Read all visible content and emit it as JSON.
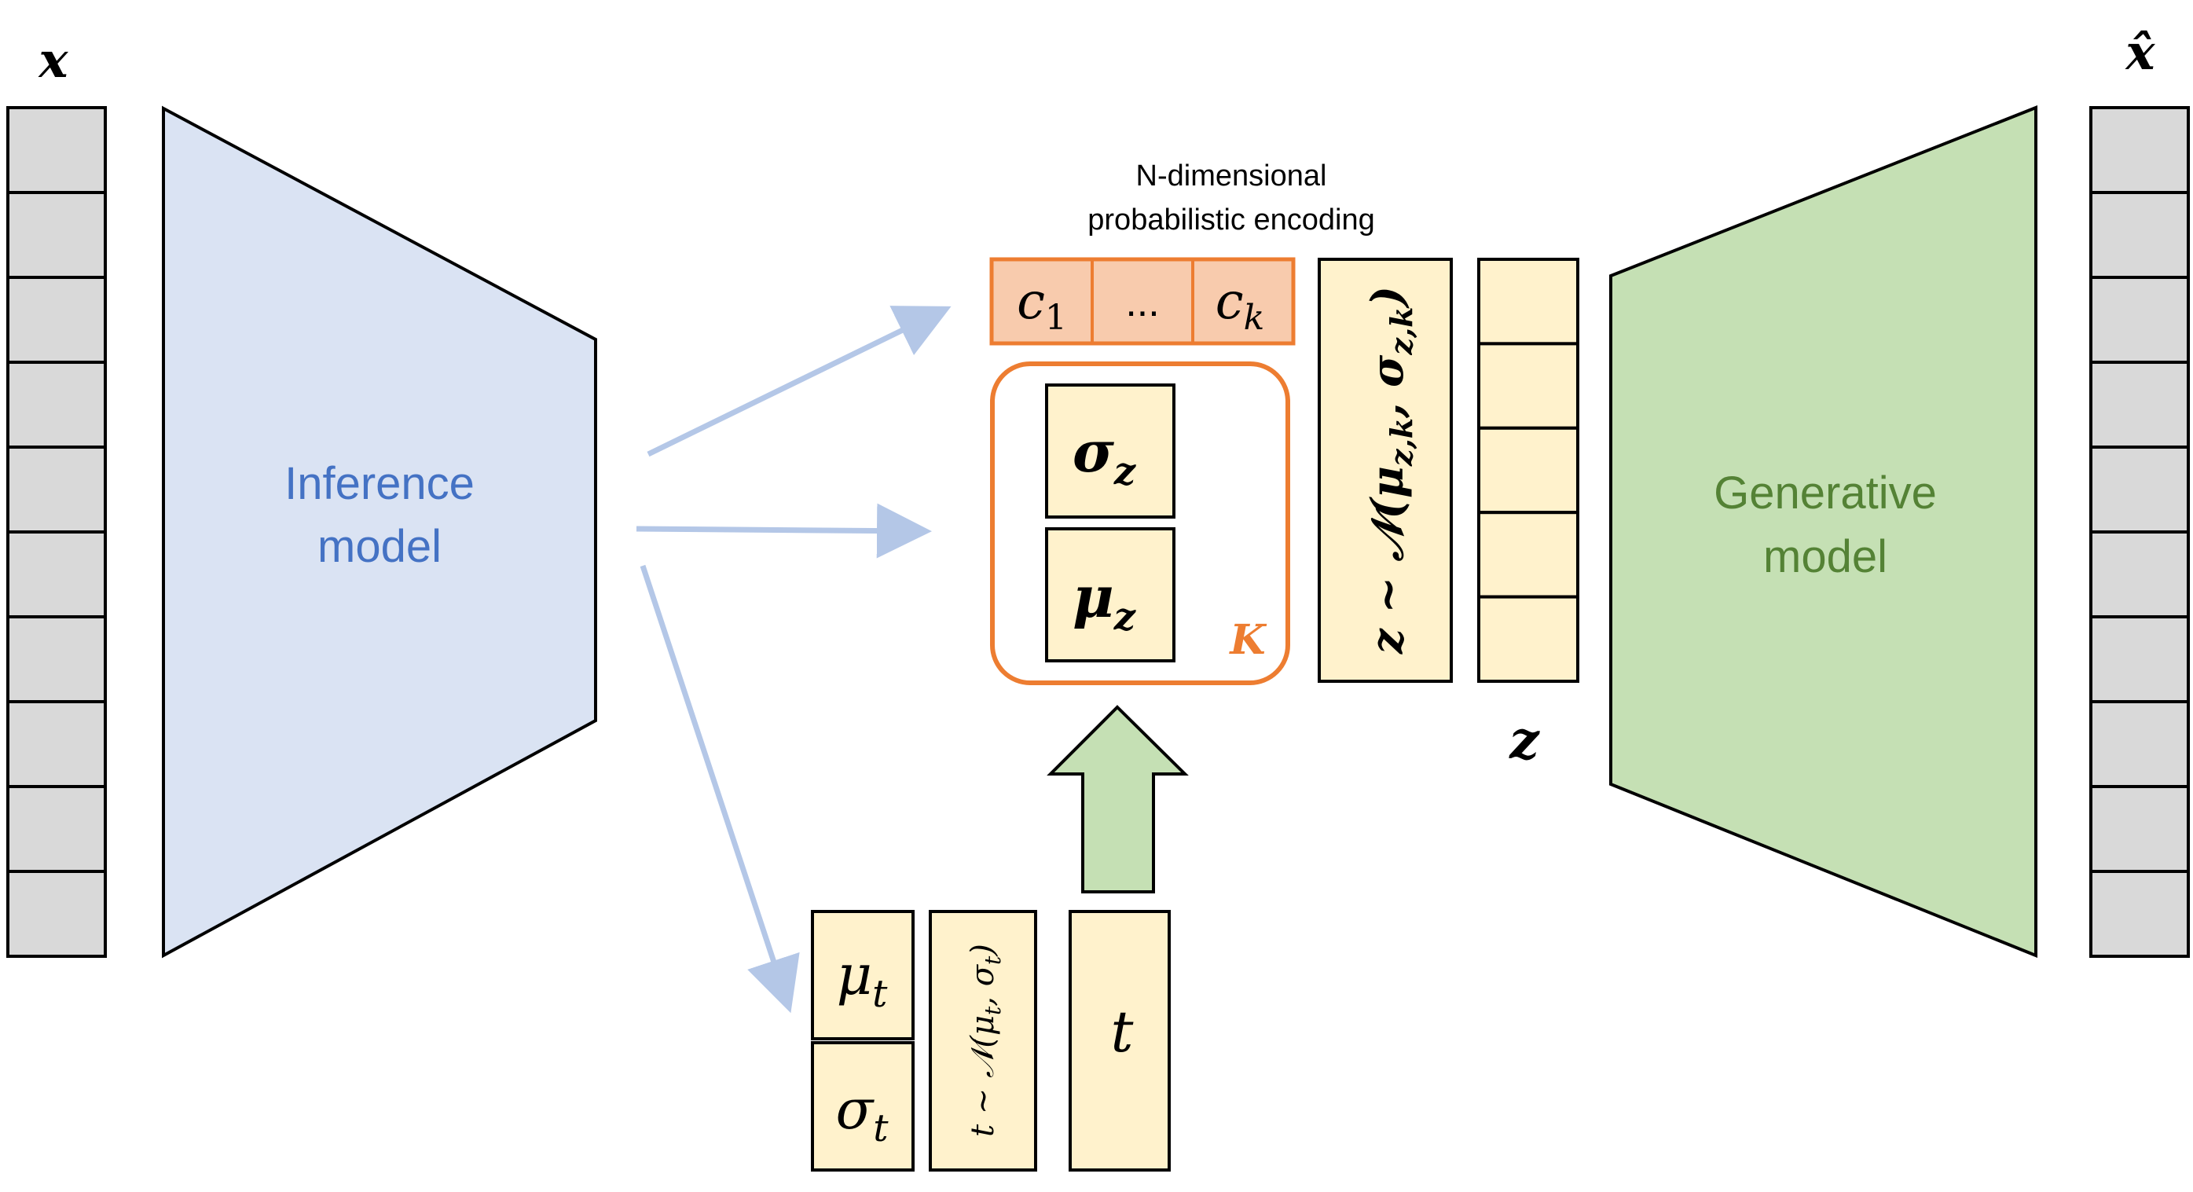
{
  "input_label": "x",
  "output_label": "x̂",
  "inference_model": {
    "line1": "Inference",
    "line2": "model"
  },
  "generative_model": {
    "line1": "Generative",
    "line2": "model"
  },
  "encoding_caption": {
    "line1": "N-dimensional",
    "line2": "probabilistic encoding"
  },
  "categories": {
    "first_base": "c",
    "first_sub": "1",
    "ellipsis": "...",
    "last_base": "c",
    "last_sub": "k"
  },
  "cluster_params": {
    "sigma_base": "σ",
    "sigma_sub": "z",
    "mu_base": "μ",
    "mu_sub": "z",
    "count_label": "K"
  },
  "z_sampling": {
    "prefix": "z ~ 𝒩(",
    "mu_base": "μ",
    "mu_sub": "z,k",
    "sep": ", ",
    "sigma_base": "σ",
    "sigma_sub": "z,k",
    "suffix": ")"
  },
  "z_label": "z",
  "t_params": {
    "mu_base": "μ",
    "mu_sub": "t",
    "sigma_base": "σ",
    "sigma_sub": "t"
  },
  "t_sampling": {
    "prefix": "t ~ 𝒩(",
    "mu_base": "μ",
    "mu_sub": "t",
    "sep": ", ",
    "sigma_base": "σ",
    "sigma_sub": "t",
    "suffix": ")"
  },
  "t_label": "t",
  "colors": {
    "gray_cell": "#d9d9d9",
    "inference_fill": "#dae3f3",
    "inference_text": "#4472c4",
    "generative_fill": "#c5e0b4",
    "generative_text": "#548235",
    "category_fill": "#f8cbad",
    "accent_orange": "#ed7d31",
    "param_fill": "#fff2cc",
    "arrow_blue": "#b4c7e7",
    "arrow_green_fill": "#c5e0b4"
  }
}
